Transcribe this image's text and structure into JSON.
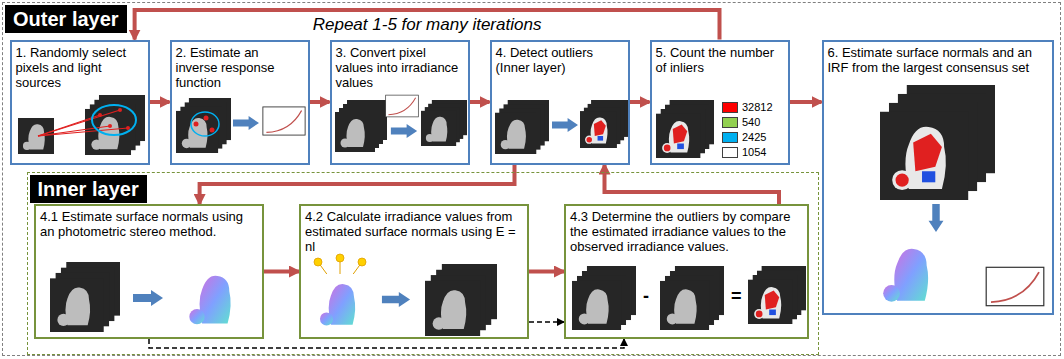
{
  "diagram": {
    "nodes": [
      {
        "text": [
          "Outer layer"
        ]
      },
      {
        "text": [
          "1. Randomly select pixels and light sources"
        ],
        "in": 0
      },
      {
        "text": [
          "2. Estimate an inverse response function"
        ],
        "in": 0
      },
      {
        "text": [
          "3. Convert pixel values into irradiance values"
        ],
        "in": 0
      },
      {
        "text": [
          "4. Detect outliers (Inner layer)"
        ],
        "in": 0
      },
      {
        "text": [
          "5. Count the number of inliers"
        ],
        "in": 0
      },
      {
        "text": [
          "6. Estimate surface normals and an IRF from the largest consensus set"
        ],
        "in": 0
      },
      {
        "text": [
          "Inner layer"
        ],
        "in": 0
      },
      {
        "text": [
          "4.1 Estimate surface normals using an photometric stereo method."
        ],
        "in": 7
      },
      {
        "text": [
          "4.2 Calculate irradiance values from estimated surface normals using E = nl"
        ],
        "in": 7
      },
      {
        "text": [
          "4.3 Determine the outliers by compare the estimated irradiance values to the observed irradiance values."
        ],
        "in": 7
      }
    ],
    "edges": [
      {
        "from": 1,
        "to": 2,
        "arrow": "to"
      },
      {
        "from": 2,
        "to": 3,
        "arrow": "to"
      },
      {
        "from": 3,
        "to": 4,
        "arrow": "to"
      },
      {
        "from": 4,
        "to": 5,
        "arrow": "to"
      },
      {
        "from": 5,
        "to": 6,
        "arrow": "to"
      },
      {
        "from": 5,
        "to": 1,
        "label": "Repeat 1-5 for many iterations",
        "arrow": "to"
      },
      {
        "from": 4,
        "to": 8,
        "arrow": "to"
      },
      {
        "from": 8,
        "to": 9,
        "arrow": "to"
      },
      {
        "from": 9,
        "to": 10,
        "arrow": "to"
      },
      {
        "from": 10,
        "to": 4,
        "arrow": "to"
      },
      {
        "from": 8,
        "to": 10,
        "arrow": "to"
      },
      {
        "from": 9,
        "to": 10,
        "arrow": "to"
      }
    ],
    "labels": [
      "-",
      "="
    ],
    "legend": [
      {
        "text": "32812",
        "color": "#ff0000"
      },
      {
        "text": "540",
        "color": "#92d050"
      },
      {
        "text": "2425",
        "color": "#00b0f0"
      },
      {
        "text": "1054",
        "color": "#ffffff"
      }
    ]
  }
}
